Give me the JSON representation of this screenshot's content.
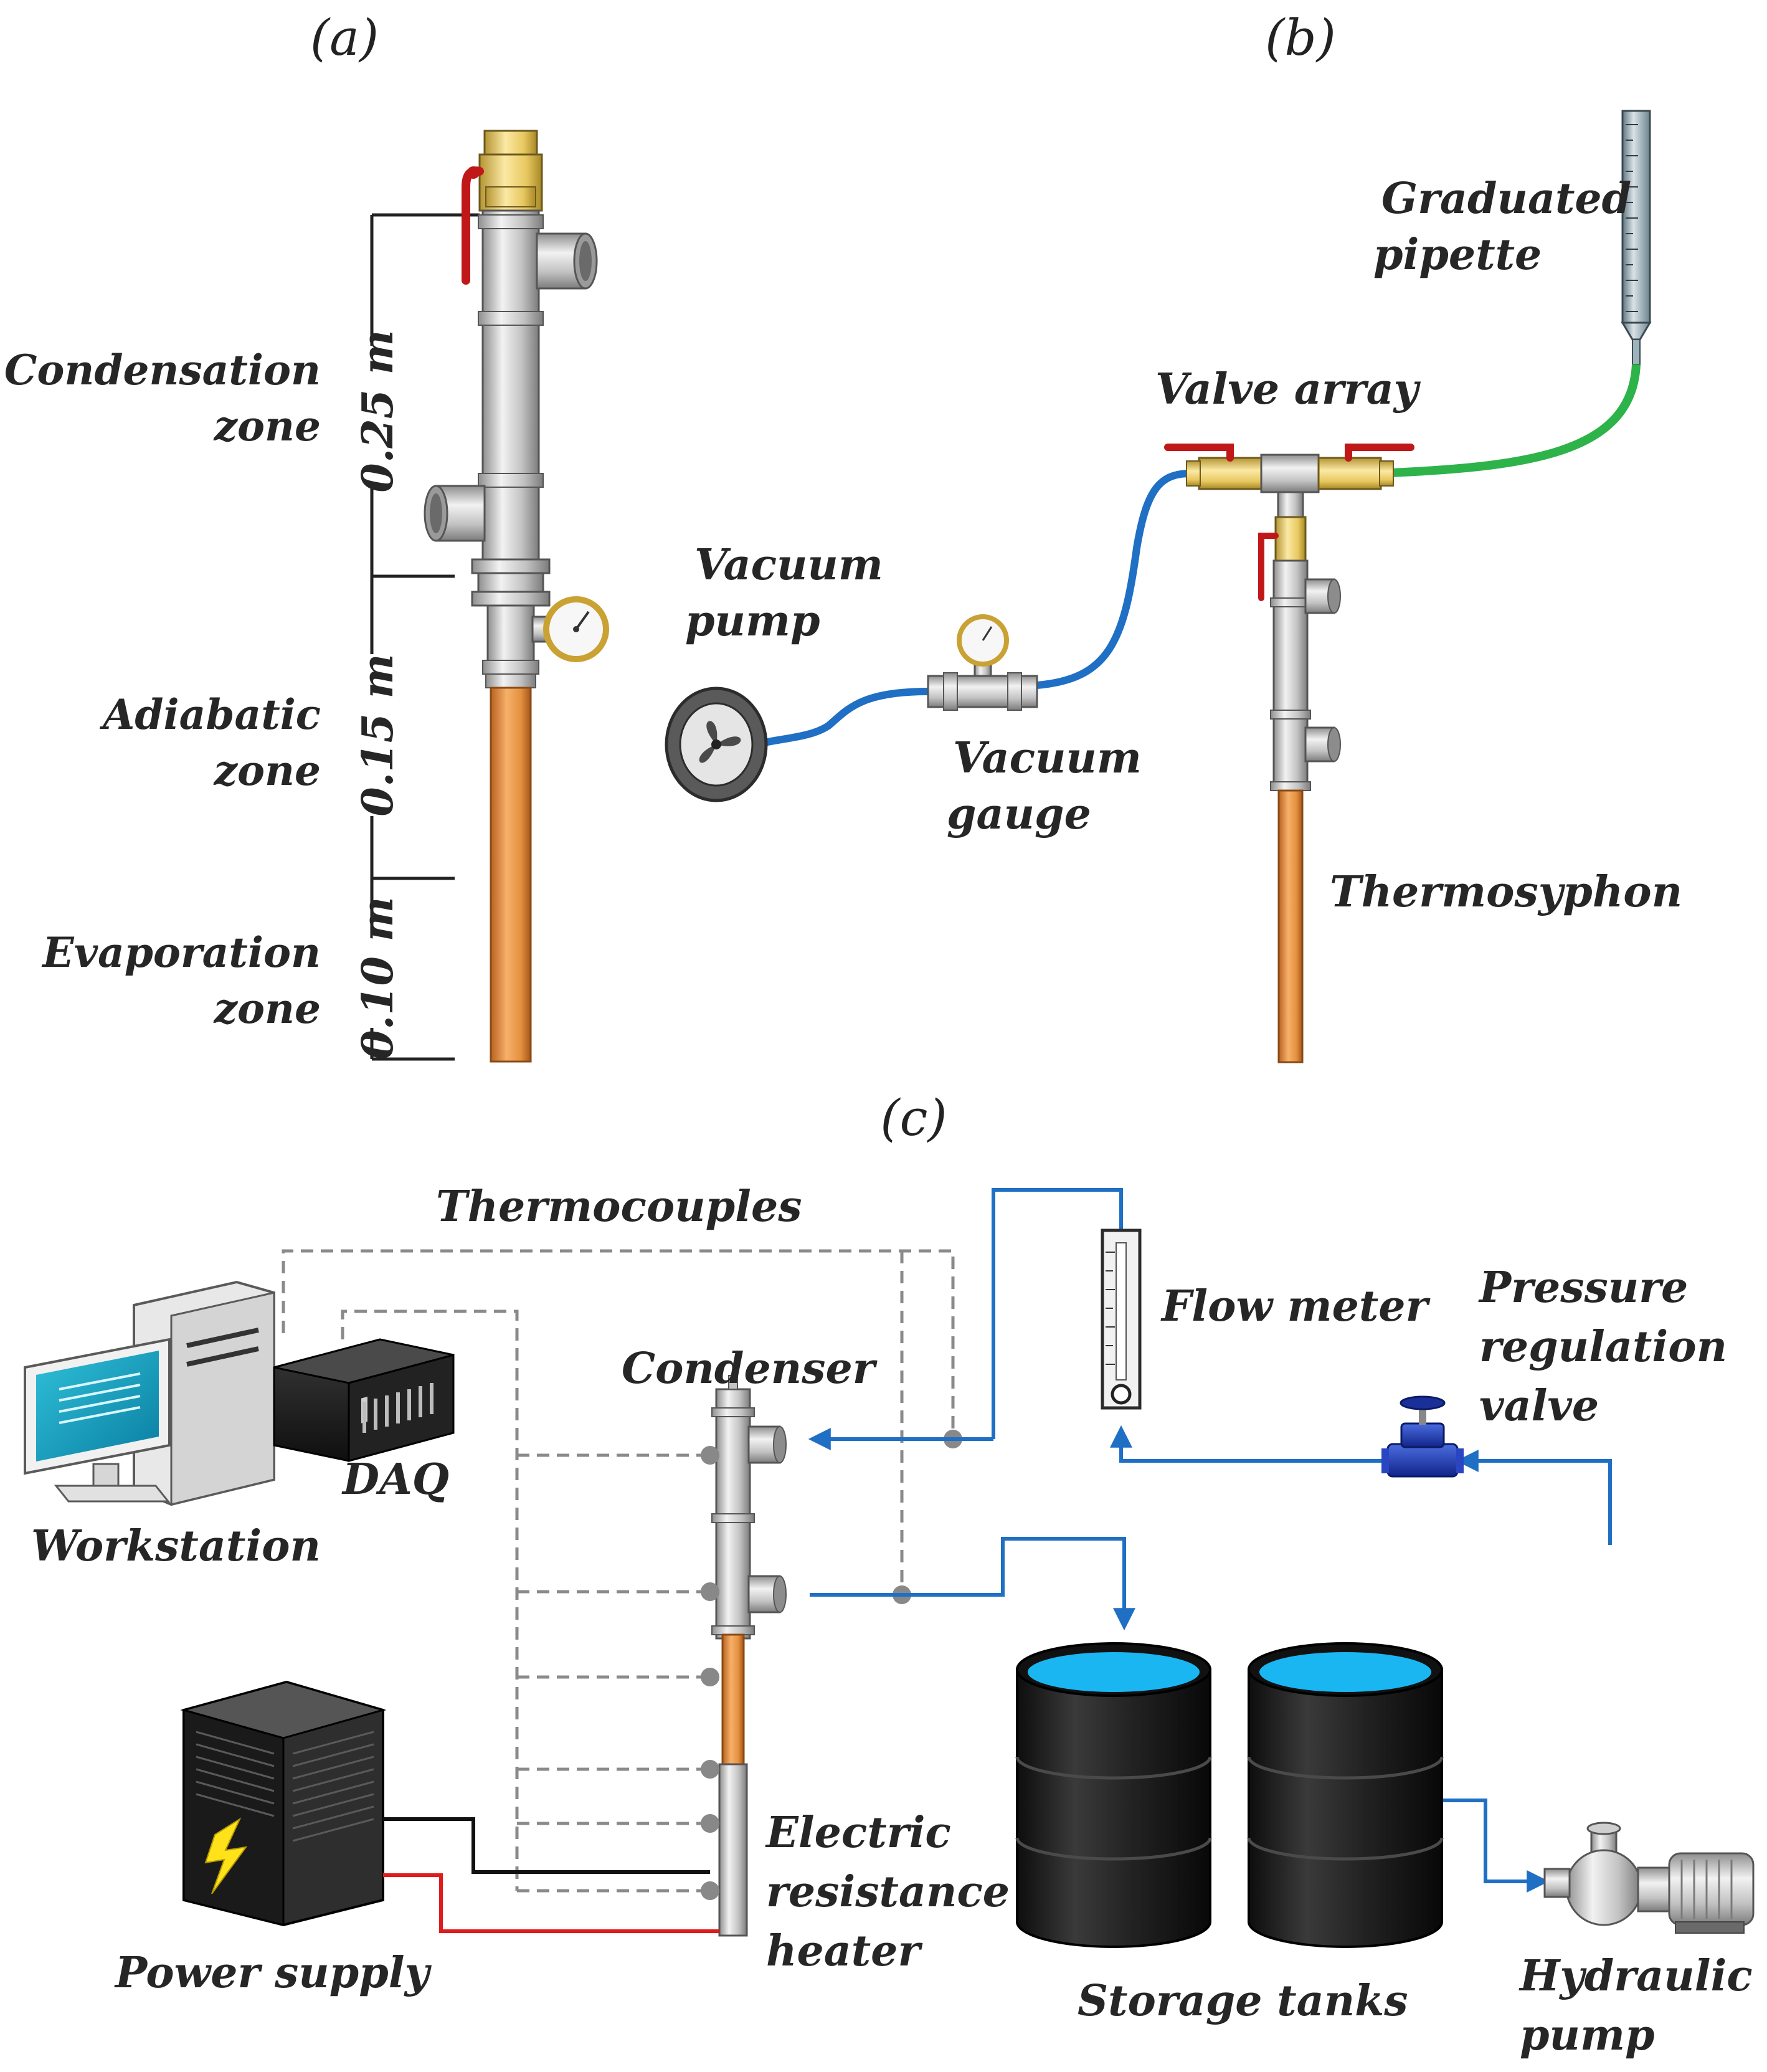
{
  "panels": {
    "a": "(a)",
    "b": "(b)",
    "c": "(c)"
  },
  "panel_a": {
    "zones": {
      "condensation": [
        "Condensation",
        "zone"
      ],
      "adiabatic": [
        "Adiabatic",
        "zone"
      ],
      "evaporation": [
        "Evaporation",
        "zone"
      ]
    },
    "dimensions": {
      "condensation": "0.25 m",
      "adiabatic": "0.15 m",
      "evaporation": "0.10 m"
    }
  },
  "panel_b": {
    "labels": {
      "graduated_pipette": [
        "Graduated",
        "pipette"
      ],
      "valve_array": "Valve array",
      "vacuum_pump": [
        "Vacuum",
        "pump"
      ],
      "vacuum_gauge": [
        "Vacuum",
        "gauge"
      ],
      "thermosyphon": "Thermosyphon"
    }
  },
  "panel_c": {
    "labels": {
      "thermocouples": "Thermocouples",
      "flow_meter": "Flow meter",
      "pressure_valve": [
        "Pressure",
        "regulation",
        "valve"
      ],
      "condenser": "Condenser",
      "daq": "DAQ",
      "workstation": "Workstation",
      "heater": [
        "Electric",
        "resistance",
        "heater"
      ],
      "power_supply": "Power supply",
      "storage_tanks": "Storage tanks",
      "hydraulic_pump": [
        "Hydraulic",
        "pump"
      ]
    }
  },
  "colors": {
    "water_line": "#1f6fc4",
    "pipette_hose": "#2db34a",
    "copper": "#e3913f",
    "brass": "#e8c860",
    "steel": "#c6c6c6",
    "thermocouple_wire": "#8a8a8a",
    "power_positive": "#e01b1b",
    "power_negative": "#111111",
    "tank": "#1c1c1c",
    "tank_water": "#19b6f2"
  }
}
